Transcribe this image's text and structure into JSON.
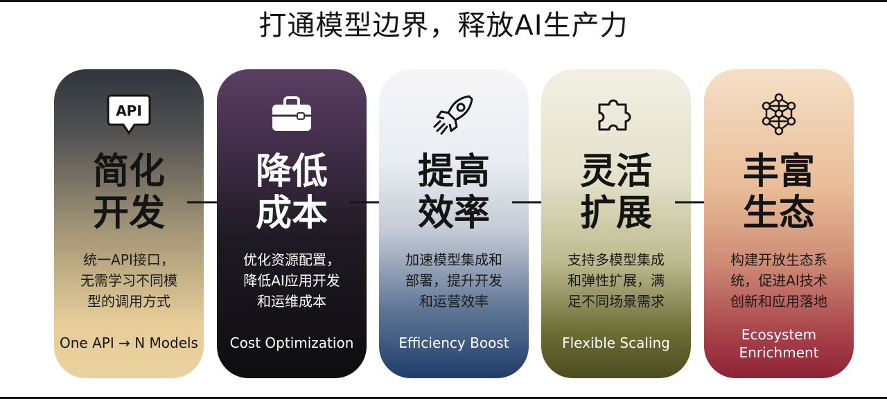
{
  "title": "打通模型边界，释放AI生产力",
  "cards": [
    {
      "icon": "api-chat-icon",
      "icon_label": "API",
      "heading": [
        "简化",
        "开发"
      ],
      "desc": [
        "统一API接口，",
        "无需学习不同模",
        "型的调用方式"
      ],
      "en": [
        "One API → N Models"
      ]
    },
    {
      "icon": "toolbox-icon",
      "heading": [
        "降低",
        "成本"
      ],
      "desc": [
        "优化资源配置，",
        "降低AI应用开发",
        "和运维成本"
      ],
      "en": [
        "Cost Optimization"
      ]
    },
    {
      "icon": "rocket-icon",
      "heading": [
        "提高",
        "效率"
      ],
      "desc": [
        "加速模型集成和",
        "部署，提升开发",
        "和运营效率"
      ],
      "en": [
        "Efficiency Boost"
      ]
    },
    {
      "icon": "puzzle-icon",
      "heading": [
        "灵活",
        "扩展"
      ],
      "desc": [
        "支持多模型集成",
        "和弹性扩展，满",
        "足不同场景需求"
      ],
      "en": [
        "Flexible Scaling"
      ]
    },
    {
      "icon": "network-icon",
      "heading": [
        "丰富",
        "生态"
      ],
      "desc": [
        "构建开放生态系",
        "统，促进AI技术",
        "创新和应用落地"
      ],
      "en": [
        "Ecosystem",
        "Enrichment"
      ]
    }
  ]
}
